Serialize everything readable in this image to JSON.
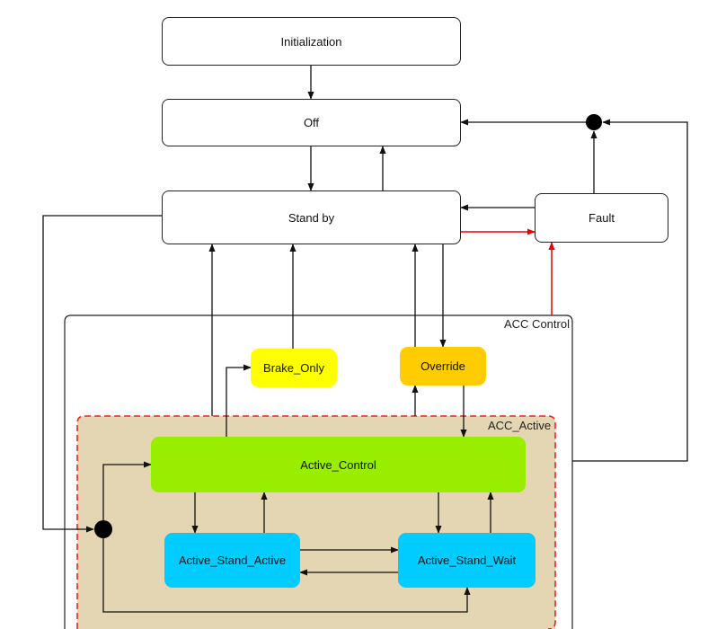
{
  "states": {
    "initialization": "Initialization",
    "off": "Off",
    "stand_by": "Stand by",
    "fault": "Fault",
    "brake_only": "Brake_Only",
    "override": "Override",
    "active_control": "Active_Control",
    "active_stand_active": "Active_Stand_Active",
    "active_stand_wait": "Active_Stand_Wait"
  },
  "regions": {
    "acc_control": "ACC Control",
    "acc_active": "ACC_Active"
  },
  "colors": {
    "brake_only": "#ffff00",
    "override": "#ffcc00",
    "active_control": "#99ee00",
    "active_stand": "#00ccff",
    "acc_active_fill": "#e4d5b3",
    "acc_active_border": "#ee2222",
    "fault_transition": "#ee0000"
  }
}
